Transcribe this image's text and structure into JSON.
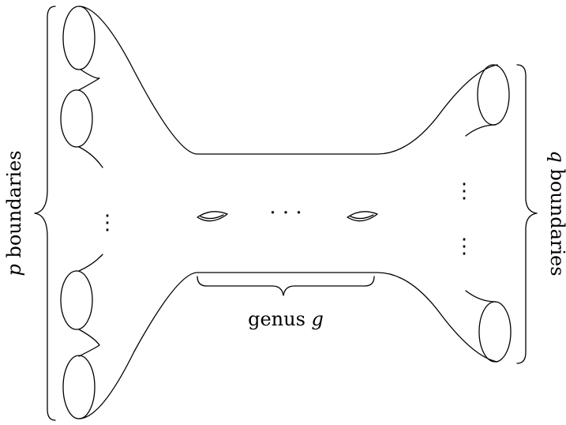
{
  "labels": {
    "left_var": "p",
    "left_word": " boundaries",
    "right_var": "q",
    "right_word": " boundaries",
    "genus_word": "genus ",
    "genus_var": "g",
    "horizontal_dots": "· · ·",
    "vertical_dots": "⋮"
  }
}
